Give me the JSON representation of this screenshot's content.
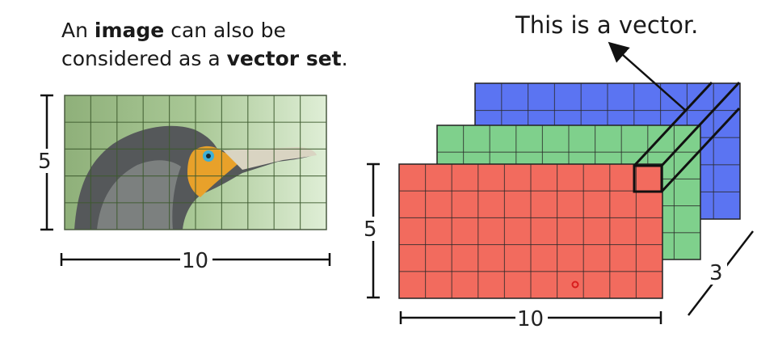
{
  "caption": {
    "part1": "An ",
    "bold1": "image",
    "part2": " can also be",
    "part3": "considered as a ",
    "bold2": "vector set",
    "part4": "."
  },
  "vector_label": "This is a vector.",
  "image_panel": {
    "rows": 5,
    "cols": 10,
    "height_label": "5",
    "width_label": "10",
    "content": "cormorant-bird-photo"
  },
  "stack_panel": {
    "rows": 5,
    "cols": 10,
    "depth": 3,
    "height_label": "5",
    "width_label": "10",
    "depth_label": "3",
    "layers": [
      {
        "name": "blue-layer",
        "color": "#5b74f2"
      },
      {
        "name": "green-layer",
        "color": "#7fd08c"
      },
      {
        "name": "red-layer",
        "color": "#f26b5e"
      }
    ]
  }
}
